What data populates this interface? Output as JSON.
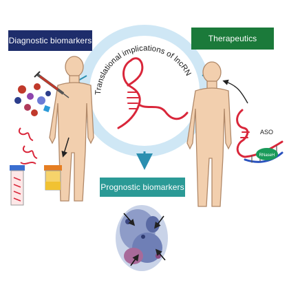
{
  "title": "Translational implications of lncRNAs",
  "labels": {
    "diagnostic": "Diagnostic biomarkers",
    "therapeutics": "Therapeutics",
    "prognostic": "Prognostic biomarkers",
    "aso": "ASO",
    "rnaseh": "RNaseH"
  },
  "colors": {
    "diagnostic": "#1e2d6b",
    "therapeutics": "#1b7a3a",
    "prognostic": "#2b9a96",
    "ring": "#cfe7f5",
    "lncrna": "#d9263a",
    "skin": "#f2cfae",
    "aso": "#2a52be",
    "rnaseh": "#1a9a5a"
  },
  "icons": [
    "circular-arrow",
    "lncrna-hairpin-icon",
    "human-body-figure",
    "syringe-icon",
    "blood-cells-icon",
    "test-tube-icon",
    "sample-jar-icon",
    "tissue-section-image",
    "aso-duplex-icon"
  ]
}
